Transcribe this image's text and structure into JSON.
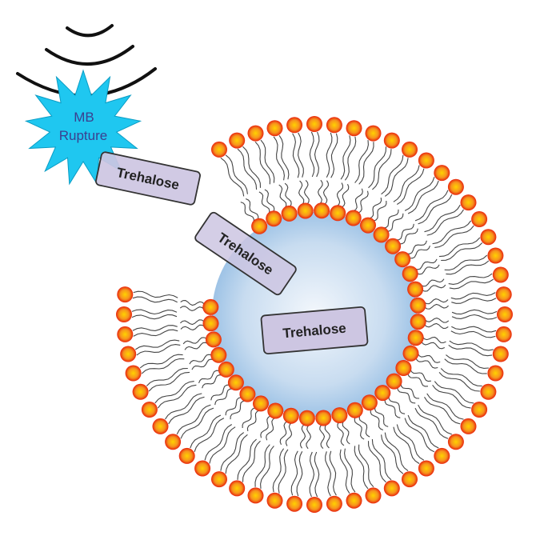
{
  "burst": {
    "line1": "MB",
    "line2": "Rupture",
    "fill_color": "#1fc7f0",
    "text_color": "#3b3f8f",
    "icon": "starburst-icon"
  },
  "wave_icon": "ultrasound-waves-icon",
  "molecules": [
    {
      "label": "Trehalose"
    },
    {
      "label": "Trehalose"
    },
    {
      "label": "Trehalose"
    }
  ],
  "colors": {
    "lipid_head": "#f7941d",
    "lipid_head_center": "#ffd200",
    "lipid_head_edge": "#e8250d",
    "tail": "#444444",
    "core_center": "#eef4fb",
    "core_edge": "#9ec3e6",
    "molecule_fill": "#cdc6e2",
    "molecule_stroke": "#333333"
  }
}
